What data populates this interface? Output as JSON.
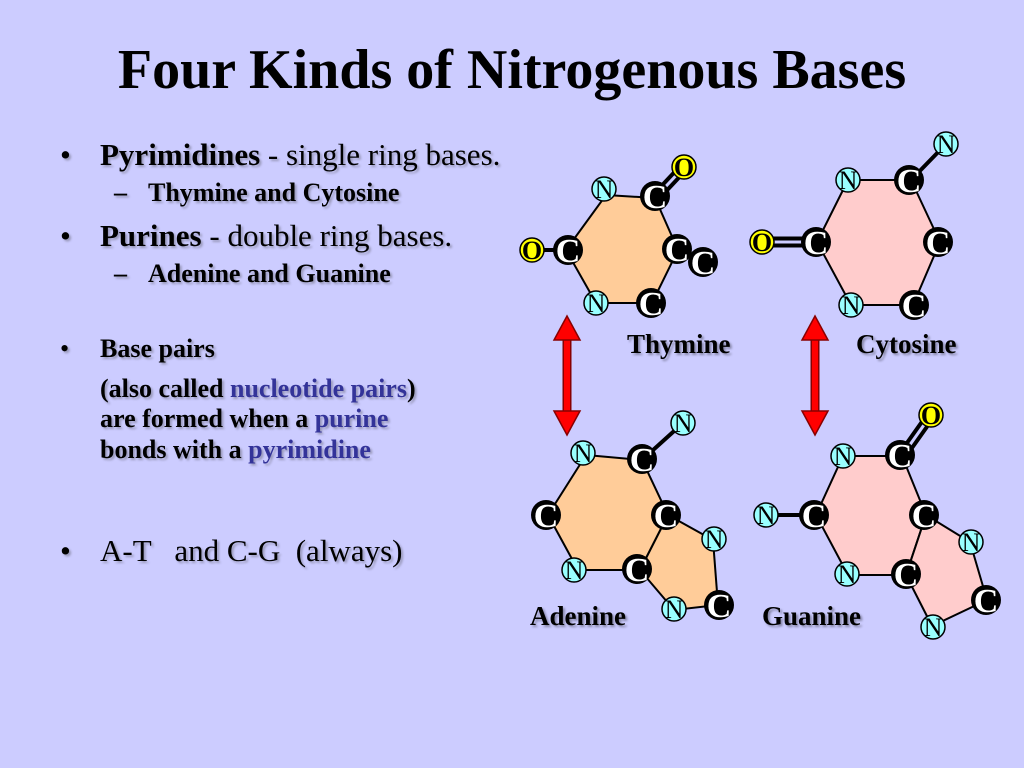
{
  "title": "Four Kinds of Nitrogenous Bases",
  "bullets": {
    "pyrimidines": {
      "term": "Pyrimidines",
      "rest": " - single ring bases.",
      "sub": "Thymine and Cytosine"
    },
    "purines": {
      "term": "Purines",
      "rest": " - double ring bases.",
      "sub": "Adenine and Guanine"
    },
    "base_pairs": {
      "heading": "Base pairs",
      "p1": "(also called ",
      "p1_hl": "nucleotide pairs",
      "p1_end": ")",
      "p2": "are formed when a ",
      "p2_hl": "purine",
      "p3": "bonds with a ",
      "p3_hl": "pyrimidine"
    },
    "pairs": "A-T   and C-G  (always)"
  },
  "dash": "–",
  "molecules": {
    "thymine": "Thymine",
    "cytosine": "Cytosine",
    "adenine": "Adenine",
    "guanine": "Guanine"
  },
  "atoms": {
    "carbon": "C",
    "nitrogen": "N",
    "oxygen": "O"
  },
  "colors": {
    "background": "#ccccff",
    "pyrimidine_ring": "#ffcc99",
    "purine_ring": "#ffcccc",
    "nitrogen_atom": "#99ffff",
    "oxygen_atom": "#ffff00",
    "carbon_atom": "#000000",
    "arrow": "#ff0000",
    "highlight_text": "#333399"
  },
  "icons": {
    "pair_arrow": "double-headed-arrow-icon"
  }
}
